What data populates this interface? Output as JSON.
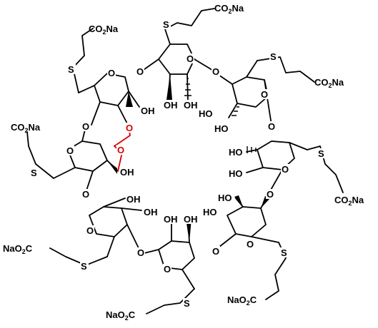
{
  "labels": {
    "o": "O",
    "s": "S",
    "oh": "OH",
    "ho": "HO",
    "co2na_a": "CO",
    "co2na_sub": "2",
    "co2na_b": "Na",
    "naco2_a": "NaO",
    "naco2_sub": "2",
    "naco2_b": "C"
  },
  "colors": {
    "bond": "#000000",
    "bridge": "#d40000",
    "background": "#ffffff"
  }
}
